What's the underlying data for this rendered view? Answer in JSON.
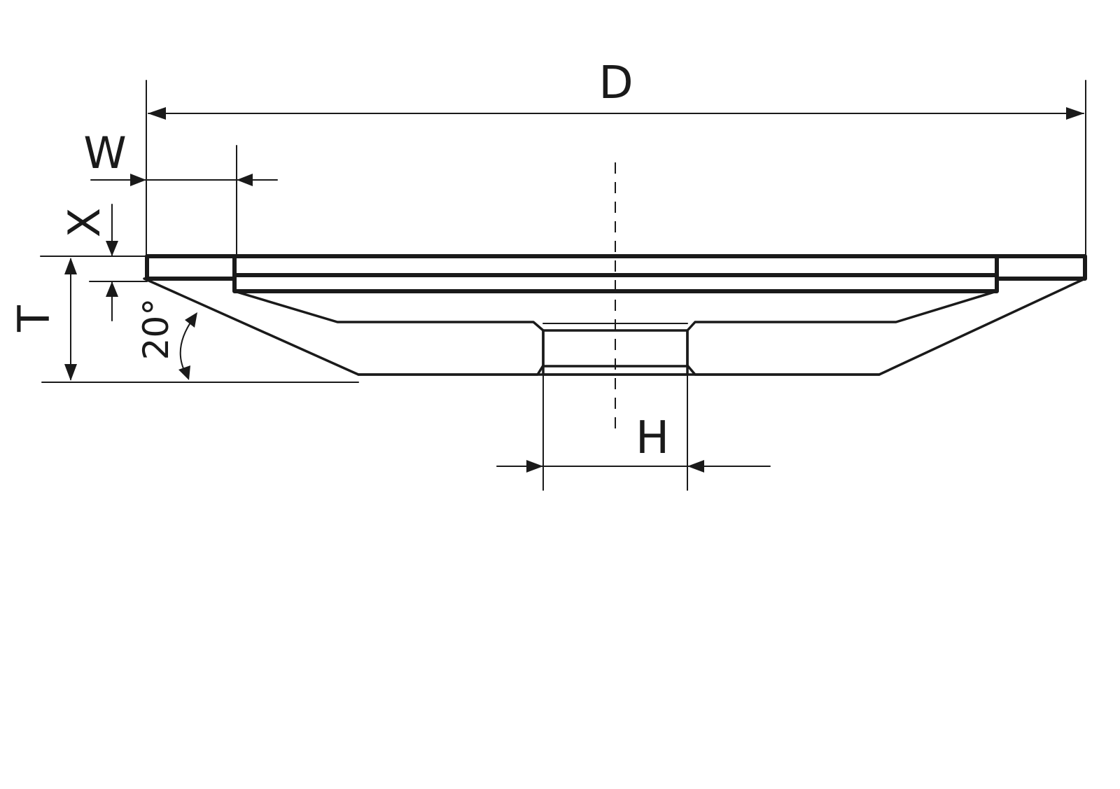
{
  "diagram": {
    "labels": {
      "diameter": "D",
      "rim_width": "W",
      "layer_thickness": "X",
      "total_thickness": "T",
      "bore": "H",
      "angle": "20°"
    },
    "colors": {
      "ink": "#1a1a1a",
      "background": "#ffffff"
    }
  }
}
